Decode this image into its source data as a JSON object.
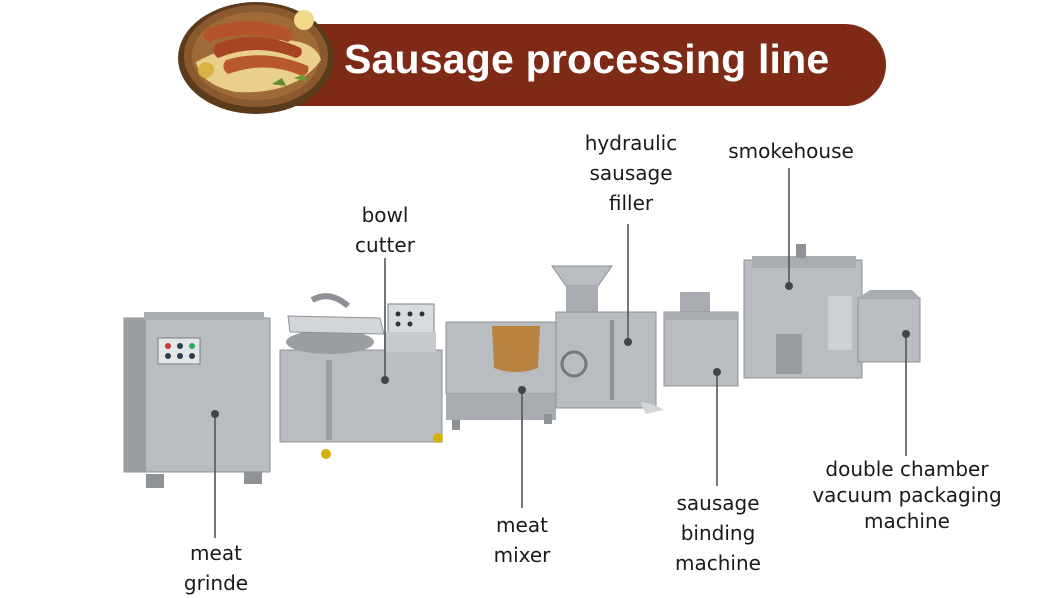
{
  "title": "Sausage processing line",
  "colors": {
    "banner": "#7e2a16",
    "banner_text": "#ffffff",
    "steel": "#b9bcc0",
    "steel_dark": "#8e9196",
    "label_text": "#1a1a1a"
  },
  "plate_icon": "sausage-plate-icon",
  "machines": [
    {
      "id": "meat-grinder",
      "lines": [
        "meat",
        "grinde"
      ]
    },
    {
      "id": "bowl-cutter",
      "lines": [
        "bowl",
        "cutter"
      ]
    },
    {
      "id": "meat-mixer",
      "lines": [
        "meat",
        "mixer"
      ]
    },
    {
      "id": "hydraulic-sausage-filler",
      "lines": [
        "hydraulic",
        "sausage",
        "filler"
      ]
    },
    {
      "id": "sausage-binding-machine",
      "lines": [
        "sausage",
        "binding",
        "machine"
      ]
    },
    {
      "id": "smokehouse",
      "lines": [
        "smokehouse"
      ]
    },
    {
      "id": "vacuum-packaging-machine",
      "lines": [
        "double chamber",
        "vacuum packaging",
        "machine"
      ]
    }
  ]
}
